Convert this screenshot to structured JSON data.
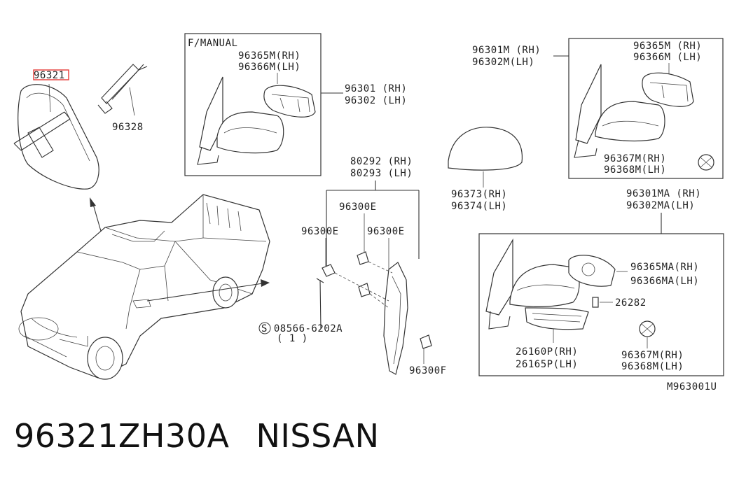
{
  "labels": {
    "part_96321": "96321",
    "part_96328": "96328",
    "f_manual": "F/MANUAL",
    "manual_glass_rh": "96365M(RH)",
    "manual_glass_lh": "96366M(LH)",
    "manual_mirror_rh": "96301 (RH)",
    "manual_mirror_lh": "96302 (LH)",
    "cover_80292": "80292 (RH)",
    "cover_80293": "80293 (LH)",
    "clip_96300e_1": "96300E",
    "clip_96300e_2": "96300E",
    "clip_96300e_3": "96300E",
    "screw": "S 08566-6202A",
    "screw_qty": "( 1 )",
    "clip_96300f": "96300F",
    "cap_rh": "96373(RH)",
    "cap_lh": "96374(LH)",
    "power_mirror_rh": "96301M (RH)",
    "power_mirror_lh": "96302M(LH)",
    "power_glass_rh": "96365M (RH)",
    "power_glass_lh": "96366M (LH)",
    "power_motor_rh": "96367M(RH)",
    "power_motor_lh": "96368M(LH)",
    "ma_mirror_rh": "96301MA (RH)",
    "ma_mirror_lh": "96302MA(LH)",
    "ma_glass_rh": "96365MA(RH)",
    "ma_glass_lh": "96366MA(LH)",
    "lamp_26282": "26282",
    "turn_lamp_rh": "26160P(RH)",
    "turn_lamp_lh": "26165P(LH)",
    "ma_motor_rh": "96367M(RH)",
    "ma_motor_lh": "96368M(LH)",
    "figure_code": "M963001U"
  },
  "caption": {
    "part_number": "96321ZH30A",
    "brand": "NISSAN"
  },
  "colors": {
    "highlight": "#e53935",
    "line": "#333333"
  }
}
